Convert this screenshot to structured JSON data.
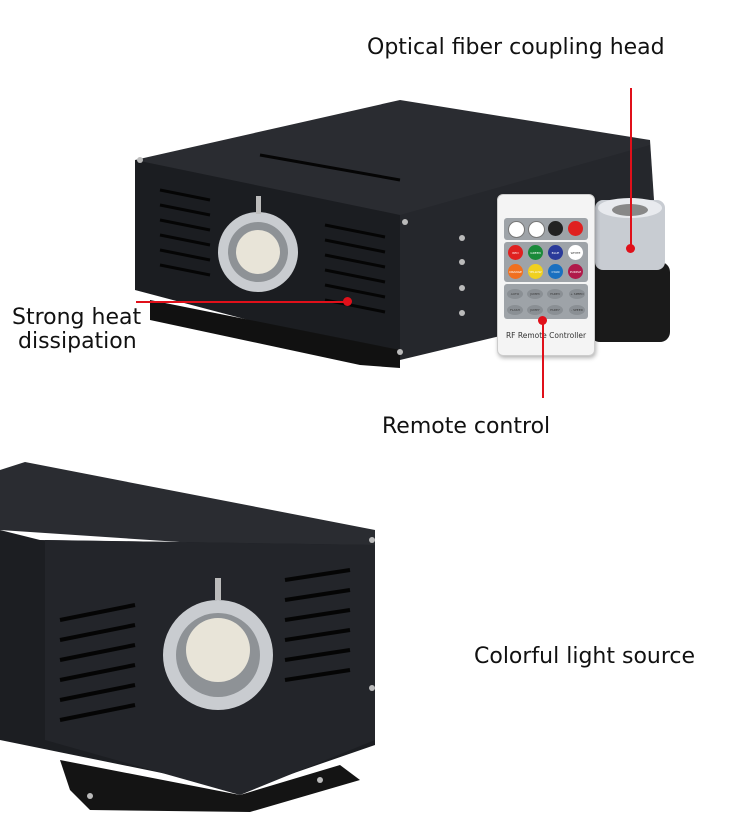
{
  "annotations": {
    "coupling_head": "Optical fiber coupling head",
    "heat_line1": "Strong heat",
    "heat_line2": "dissipation",
    "remote": "Remote control",
    "light_source": "Colorful light source"
  },
  "remote": {
    "title": "RF Remote Controller",
    "color_buttons": [
      {
        "label": "RED",
        "color": "#e02020"
      },
      {
        "label": "GREEN",
        "color": "#1a8a3a"
      },
      {
        "label": "BLUE",
        "color": "#2a3a9a"
      },
      {
        "label": "WHITE",
        "color": "#ffffff"
      },
      {
        "label": "ORANGE",
        "color": "#f07020"
      },
      {
        "label": "YELLOW",
        "color": "#f0d020"
      },
      {
        "label": "CYAN",
        "color": "#1a70c0"
      },
      {
        "label": "PURPLE",
        "color": "#b01a4a"
      }
    ],
    "mode_buttons": [
      "AUTO",
      "JUMP3",
      "FADE3",
      "FLASH",
      "JUMP7",
      "FADE7"
    ],
    "speed_up": "+ SPEED",
    "speed_down": "- SPEED"
  },
  "colors": {
    "accent": "#e0101a",
    "device": "#1e2024"
  }
}
